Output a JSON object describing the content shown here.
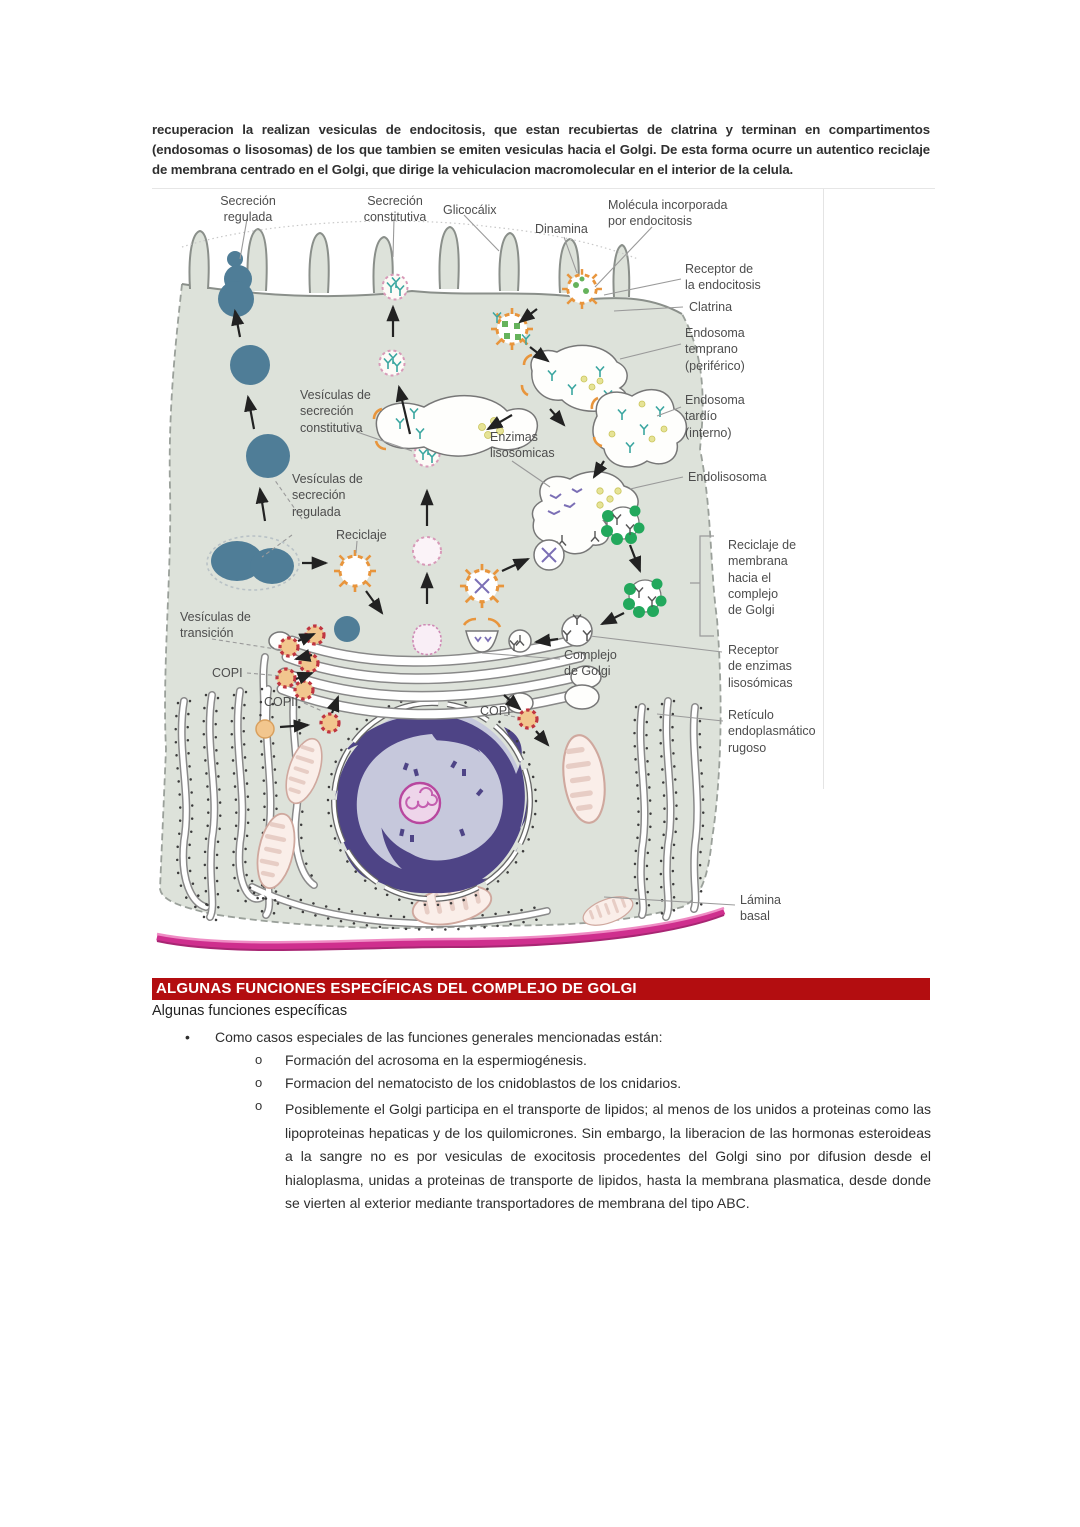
{
  "intro": {
    "text": "recuperacion la realizan vesiculas de endocitosis, que estan recubiertas de clatrina y terminan en compartimentos (endosomas o lisosomas) de los que tambien se emiten vesiculas hacia el Golgi. De esta forma ocurre un autentico reciclaje de membrana centrado en el Golgi, que dirige la vehiculacion macromolecular en el interior de la celula."
  },
  "figure": {
    "labels": {
      "secrecion_regulada": "Secreción\nregulada",
      "secrecion_constitutiva": "Secreción\nconstitutiva",
      "glicocalix": "Glicocálix",
      "dinamina": "Dinamina",
      "molecula_endocitosis": "Molécula incorporada\npor endocitosis",
      "receptor_endocitosis": "Receptor de\nla endocitosis",
      "clatrina": "Clatrina",
      "endosoma_temprano": "Endosoma\ntemprano\n(periférico)",
      "endosoma_tardio": "Endosoma\ntardío\n(interno)",
      "enzimas_lisosomicas": "Enzimas\nlisosómicas",
      "endolisosoma": "Endolisosoma",
      "ves_secrecion_constitutiva": "Vesículas de\nsecreción\nconstitutiva",
      "ves_secrecion_regulada": "Vesículas de\nsecreción\nregulada",
      "reciclaje": "Reciclaje",
      "ves_transicion": "Vesículas de\ntransición",
      "copi_left": "COPI",
      "copii": "COPII",
      "copi_bottom": "COPI",
      "complejo_golgi": "Complejo\nde Golgi",
      "reciclaje_membrana": "Reciclaje de\nmembrana\nhacia el\ncomplejo\nde Golgi",
      "receptor_enzimas": "Receptor\nde enzimas\nlisosómicas",
      "reticulo_rugoso": "Retículo\nendoplasmático\nrugoso",
      "lamina_basal": "Lámina\nbasal"
    }
  },
  "section": {
    "header": "ALGUNAS FUNCIONES ESPECÍFICAS DEL COMPLEJO DE GOLGI",
    "subtitle": "Algunas funciones específicas",
    "bullet_glyph": "•",
    "circle_glyph": "o",
    "main_bullet": "Como casos especiales de las funciones generales mencionadas están:",
    "sub_bullets": [
      "Formación del acrosoma en la espermiogénesis.",
      "Formacion del nematocisto de los cnidoblastos de los cnidarios.",
      "Posiblemente el Golgi participa en el transporte de lipidos; al menos de los unidos a proteinas como las lipoproteinas hepaticas y de los quilomicrones. Sin embargo, la liberacion de las hormonas esteroideas a la sangre no es por vesiculas de exocitosis procedentes del Golgi sino por difusion desde el hialoplasma, unidas a proteinas de transporte de lipidos, hasta la membrana plasmatica, desde donde se vierten al exterior mediante transportadores de membrana del tipo ABC."
    ]
  },
  "colors": {
    "header_bg": "#b30d10",
    "header_text": "#ffffff",
    "cell_fill": "#dde2da",
    "vesicle_teal": "#4f7d97",
    "clathrin_orange": "#e8953c",
    "coat_green": "#22a85c",
    "nucleus_purple": "#4e4486",
    "lamina_pink": "#cf2f8e"
  }
}
